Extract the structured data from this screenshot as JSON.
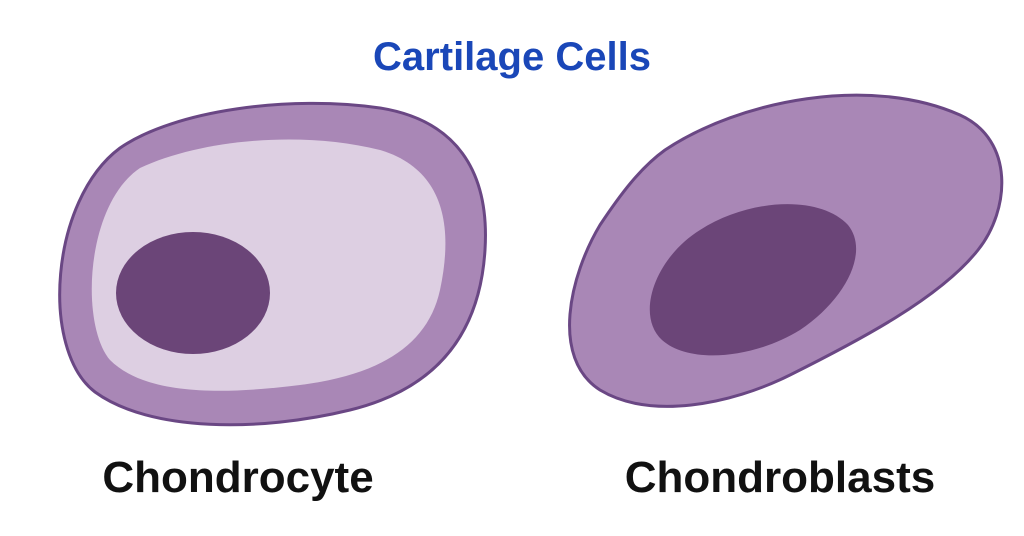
{
  "title": "Cartilage Cells",
  "colors": {
    "title": "#1a47b8",
    "cell_body": "#a987b6",
    "cell_outline": "#6a4784",
    "lacuna": "#ddcfe2",
    "nucleus": "#6b4578",
    "label": "#111111"
  },
  "cells": [
    {
      "label": "Chondrocyte"
    },
    {
      "label": "Chondroblasts"
    }
  ]
}
